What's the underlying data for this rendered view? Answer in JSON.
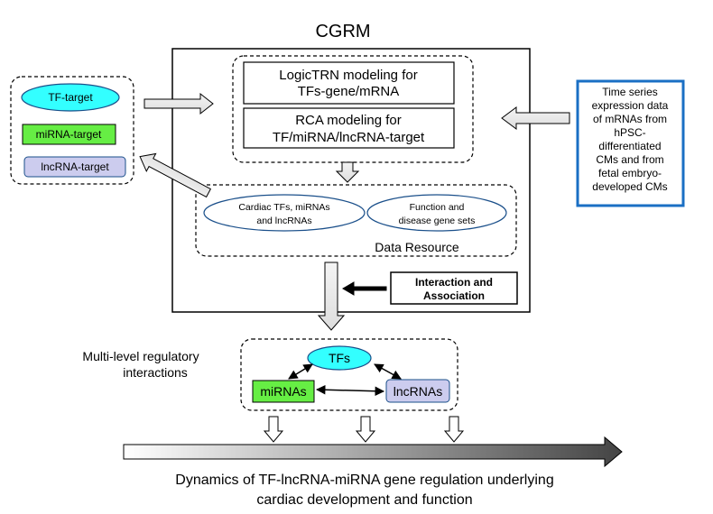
{
  "title": "CGRM",
  "legend": {
    "tf_target": "TF-target",
    "mirna_target": "miRNA-target",
    "lncrna_target": "lncRNA-target"
  },
  "modeling": {
    "logictrn": [
      "LogicTRN modeling for",
      "TFs-gene/mRNA"
    ],
    "rca": [
      "RCA modeling for",
      "TF/miRNA/lncRNA-target"
    ]
  },
  "data_resource": {
    "label": "Data Resource",
    "cardiac": [
      "Cardiac TFs, miRNAs",
      "and lncRNAs"
    ],
    "function": [
      "Function and",
      "disease gene sets"
    ]
  },
  "time_series": [
    "Time series",
    "expression data",
    "of mRNAs from",
    "hPSC-",
    "differentiated",
    "CMs and from",
    "fetal embryo-",
    "developed CMs"
  ],
  "interaction": [
    "Interaction and",
    "Association"
  ],
  "multilevel": {
    "label": [
      "Multi-level regulatory",
      "interactions"
    ],
    "tfs": "TFs",
    "mirnas": "miRNAs",
    "lncrnas": "lncRNAs"
  },
  "dynamics": [
    "Dynamics of TF-lncRNA-miRNA gene regulation underlying",
    "cardiac development and function"
  ],
  "colors": {
    "tf_fill": "#33ffff",
    "mirna_fill": "#66ee44",
    "lncrna_fill": "#ccccee",
    "time_series_border": "#1a6fc4"
  }
}
